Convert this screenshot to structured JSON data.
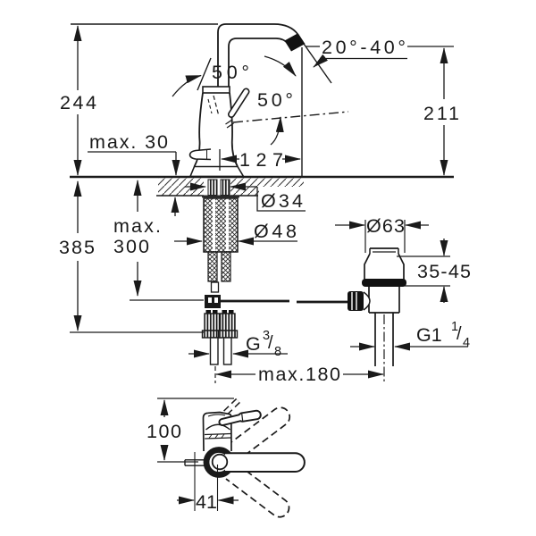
{
  "colors": {
    "line": "#1a1a1a",
    "background": "#ffffff"
  },
  "labels": {
    "spout_height": "244",
    "deck_thickness": "max. 30",
    "swivel_angle": "50°",
    "lever_angle": "50°",
    "spray_angle": "20°-40°",
    "tip_height": "211",
    "spout_reach": "127",
    "hole_diameter": "Ø34",
    "hose_max_line1": "max.",
    "hose_max_line2": "300",
    "total_below": "385",
    "base_diameter": "Ø48",
    "waste_diameter": "Ø63",
    "waste_deck_range": "35-45",
    "hose_thread": {
      "base": "G",
      "sup": "3",
      "slash": "/",
      "sub": "8"
    },
    "waste_thread": {
      "base": "G1",
      "sup": "1",
      "slash": "/",
      "sub": "4"
    },
    "max_reach": "max.180",
    "top_view_height": "100",
    "top_view_offset": "41"
  }
}
